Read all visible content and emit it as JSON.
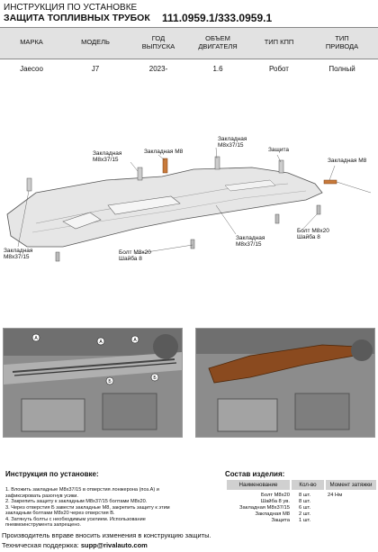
{
  "header": {
    "line1": "ИНСТРУКЦИЯ ПО УСТАНОВКЕ",
    "line2": "ЗАЩИТА ТОПЛИВНЫХ ТРУБОК",
    "part_code": "111.0959.1/333.0959.1"
  },
  "spec_table": {
    "headers": [
      "МАРКА",
      "МОДЕЛЬ",
      "ГОД\nВЫПУСКА",
      "ОБЪЕМ\nДВИГАТЕЛЯ",
      "ТИП КПП",
      "ТИП\nПРИВОДА"
    ],
    "values": [
      "Jaecoo",
      "J7",
      "2023-",
      "1.6",
      "Робот",
      "Полный"
    ]
  },
  "diagram_labels": {
    "nut_m8": "Закладная М8",
    "nut_m8_37_15_a": "Закладная\nМ8х37/15",
    "nut_m8_37_15_b": "Закладная\nМ8х37/15",
    "nut_m8_37_15_c": "Закладная\nМ8х37/15",
    "nut_m8_37_15_d": "Закладная\nМ8х37/15",
    "guard": "Защита",
    "nut_m8_right": "Закладная М8",
    "bolt_a": "Болт М8х20\nШайба 8",
    "bolt_b": "Болт М8х20\nШайба 8"
  },
  "photo_markers": {
    "a": "А",
    "b": "Б"
  },
  "instructions": {
    "title": "Инструкция по установке:",
    "lines": [
      "1. Вложить закладные М8х37/15 в отверстия лонжерона (поз.А) и",
      "зафиксировать разогнув усики.",
      "2. Закрепить защиту к закладным М8х37/15 болтами М8х20.",
      "3. Через отверстия Б завести закладные М8, закрепить защиту к этим",
      "закладным болтами М8х20 через отверстия В.",
      "4. Затянуть болты с необходимым усилием. Использование",
      "пневмоинструмента запрещено."
    ]
  },
  "composition": {
    "title": "Состав изделия:",
    "headers": [
      "Наименование",
      "Кол-во",
      "Момент затяжки"
    ],
    "rows": [
      {
        "name": "Болт М8х20",
        "qty": "8 шт.",
        "torque": "24 Нм"
      },
      {
        "name": "Шайба 8 ув.",
        "qty": "8 шт.",
        "torque": ""
      },
      {
        "name": "Закладная М8х37/15",
        "qty": "6 шт.",
        "torque": ""
      },
      {
        "name": "Закладная М8",
        "qty": "2 шт.",
        "torque": ""
      },
      {
        "name": "Защита",
        "qty": "1 шт.",
        "torque": ""
      }
    ]
  },
  "footer": {
    "line1": "Производитель вправе вносить изменения в конструкцию защиты.",
    "support_label": "Техническая поддержка:",
    "support_email": "supp@rivalauto.com"
  }
}
